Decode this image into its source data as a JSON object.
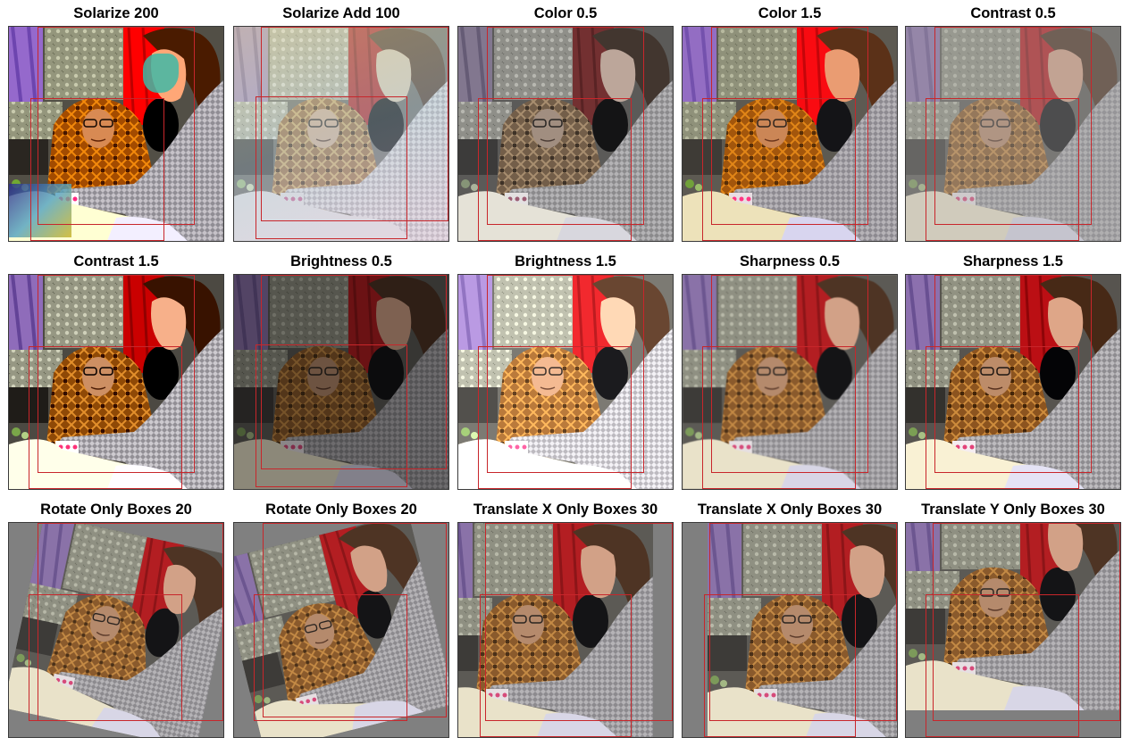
{
  "panels": [
    {
      "title": "Solarize 200",
      "effect": "solarize"
    },
    {
      "title": "Solarize Add 100",
      "effect": "solarize-add"
    },
    {
      "title": "Color 0.5",
      "effect": "color-low"
    },
    {
      "title": "Color 1.5",
      "effect": "color-high"
    },
    {
      "title": "Contrast 0.5",
      "effect": "contrast-low"
    },
    {
      "title": "Contrast 1.5",
      "effect": "contrast-high"
    },
    {
      "title": "Brightness 0.5",
      "effect": "brightness-low"
    },
    {
      "title": "Brightness 1.5",
      "effect": "brightness-high"
    },
    {
      "title": "Sharpness 0.5",
      "effect": "sharpness-low"
    },
    {
      "title": "Sharpness 1.5",
      "effect": "sharpness-high"
    },
    {
      "title": "Rotate Only Boxes 20",
      "effect": "rotate-right"
    },
    {
      "title": "Rotate Only Boxes 20",
      "effect": "rotate-left"
    },
    {
      "title": "Translate X Only Boxes 30",
      "effect": "translate-x-left"
    },
    {
      "title": "Translate X Only Boxes 30",
      "effect": "translate-x-right"
    },
    {
      "title": "Translate Y Only Boxes 30",
      "effect": "translate-y"
    }
  ],
  "colors": {
    "box": "#c8262b",
    "fill": "#7f7f7f"
  }
}
